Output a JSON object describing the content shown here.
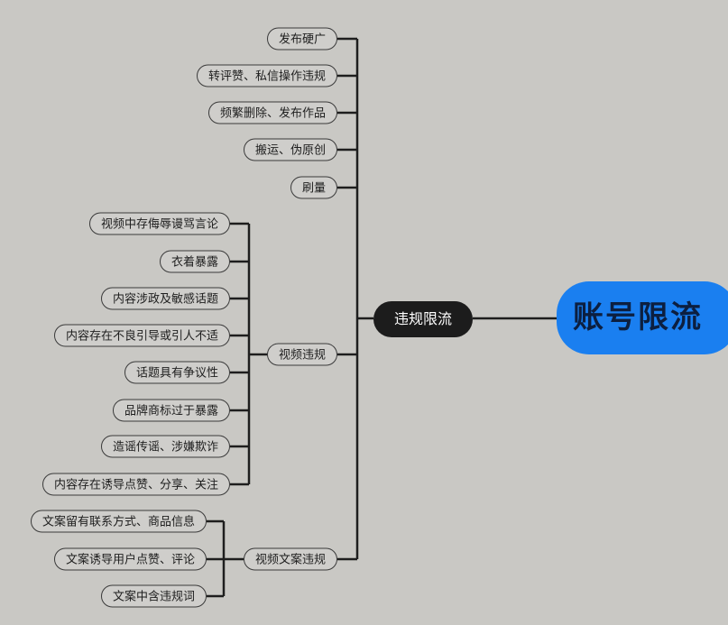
{
  "root": "账号限流",
  "center": "违规限流",
  "direct_items": [
    "发布硬广",
    "转评赞、私信操作违规",
    "频繁删除、发布作品",
    "搬运、伪原创",
    "刷量"
  ],
  "video": {
    "label": "视频违规",
    "items": [
      "视频中存侮辱谩骂言论",
      "衣着暴露",
      "内容涉政及敏感话题",
      "内容存在不良引导或引人不适",
      "话题具有争议性",
      "品牌商标过于暴露",
      "造谣传谣、涉嫌欺诈",
      "内容存在诱导点赞、分享、关注"
    ]
  },
  "copy": {
    "label": "视频文案违规",
    "items": [
      "文案留有联系方式、商品信息",
      "文案诱导用户点赞、评论",
      "文案中含违规词"
    ]
  },
  "colors": {
    "root": "#1a7ff0",
    "center": "#1c1c1c",
    "background": "#c9c8c4"
  }
}
